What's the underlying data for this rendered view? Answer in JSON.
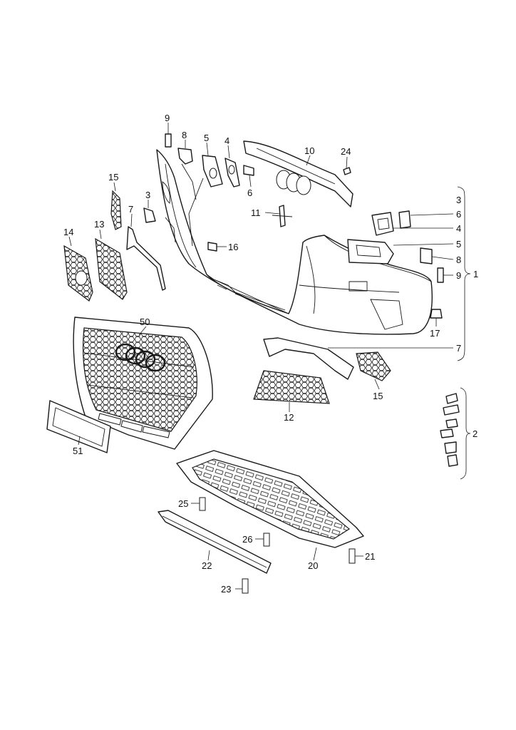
{
  "diagram": {
    "callouts": [
      {
        "id": "c9a",
        "text": "9"
      },
      {
        "id": "c8a",
        "text": "8"
      },
      {
        "id": "c5a",
        "text": "5"
      },
      {
        "id": "c4a",
        "text": "4"
      },
      {
        "id": "c6a",
        "text": "6"
      },
      {
        "id": "c10",
        "text": "10"
      },
      {
        "id": "c24",
        "text": "24"
      },
      {
        "id": "c15a",
        "text": "15"
      },
      {
        "id": "c3a",
        "text": "3"
      },
      {
        "id": "c7a",
        "text": "7"
      },
      {
        "id": "c13",
        "text": "13"
      },
      {
        "id": "c14",
        "text": "14"
      },
      {
        "id": "c11",
        "text": "11"
      },
      {
        "id": "c16",
        "text": "16"
      },
      {
        "id": "c3b",
        "text": "3"
      },
      {
        "id": "c6b",
        "text": "6"
      },
      {
        "id": "c4b",
        "text": "4"
      },
      {
        "id": "c5b",
        "text": "5"
      },
      {
        "id": "c8b",
        "text": "8"
      },
      {
        "id": "c9b",
        "text": "9"
      },
      {
        "id": "c1",
        "text": "1"
      },
      {
        "id": "c17",
        "text": "17"
      },
      {
        "id": "c50",
        "text": "50"
      },
      {
        "id": "c7b",
        "text": "7"
      },
      {
        "id": "c15b",
        "text": "15"
      },
      {
        "id": "c12",
        "text": "12"
      },
      {
        "id": "c2",
        "text": "2"
      },
      {
        "id": "c51",
        "text": "51"
      },
      {
        "id": "c25",
        "text": "25"
      },
      {
        "id": "c26",
        "text": "26"
      },
      {
        "id": "c21",
        "text": "21"
      },
      {
        "id": "c22",
        "text": "22"
      },
      {
        "id": "c20",
        "text": "20"
      },
      {
        "id": "c23",
        "text": "23"
      }
    ]
  },
  "colors": {
    "line": "#1a1a1a",
    "background": "#ffffff"
  }
}
